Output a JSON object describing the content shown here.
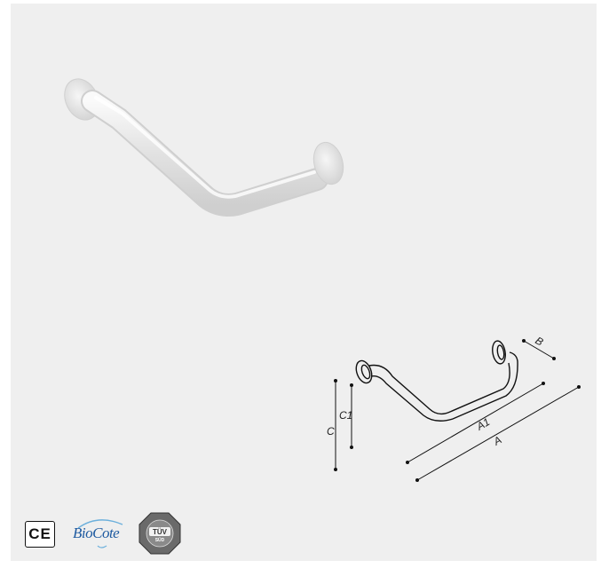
{
  "diagram": {
    "labels": {
      "a": "A",
      "a1": "A1",
      "b": "B",
      "c": "C",
      "c1": "C1"
    }
  },
  "badges": {
    "ce": "CE",
    "biocote": "BioCote",
    "tuv": "TÜV",
    "tuv_sub": "SÜD"
  }
}
